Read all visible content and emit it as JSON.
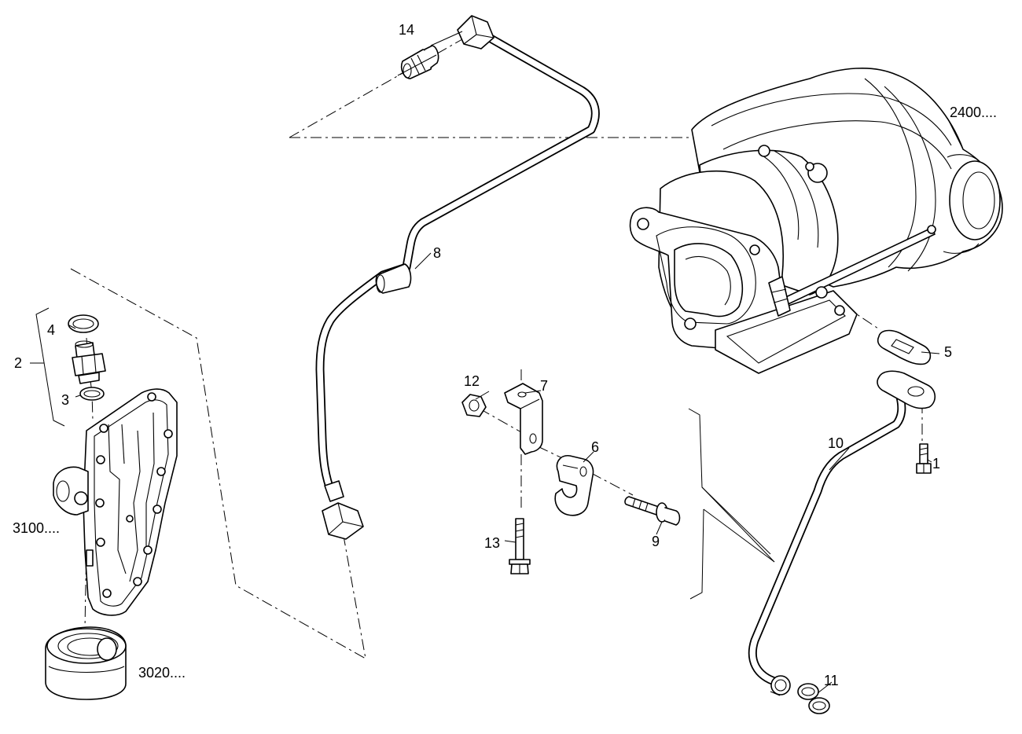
{
  "callouts": {
    "c1": "1",
    "c2": "2",
    "c3": "3",
    "c4": "4",
    "c5": "5",
    "c6": "6",
    "c7": "7",
    "c8": "8",
    "c9": "9",
    "c10": "10",
    "c11": "11",
    "c12": "12",
    "c13": "13",
    "c14": "14",
    "ref2400": "2400....",
    "ref3100": "3100....",
    "ref3020": "3020...."
  }
}
